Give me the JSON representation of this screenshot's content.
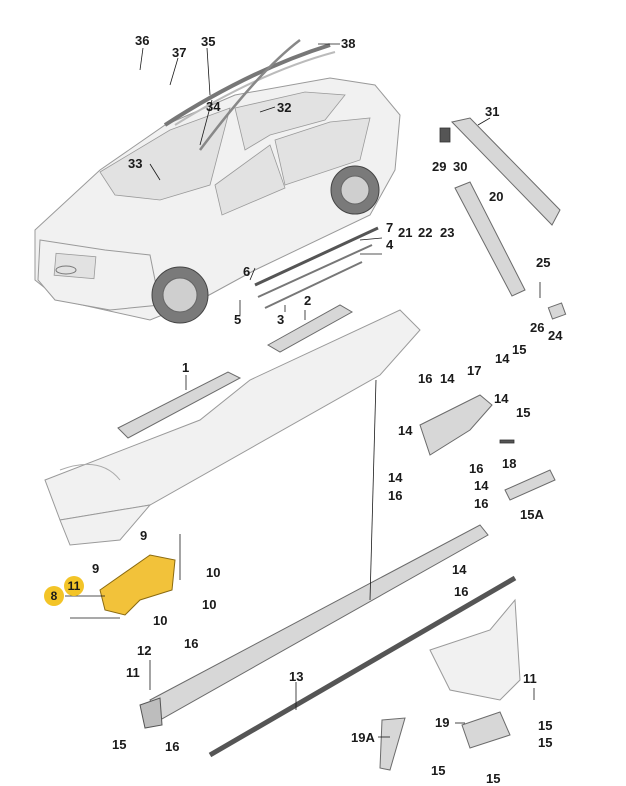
{
  "diagram": {
    "callouts": [
      {
        "id": "c36",
        "text": "36"
      },
      {
        "id": "c37",
        "text": "37"
      },
      {
        "id": "c35",
        "text": "35"
      },
      {
        "id": "c38",
        "text": "38"
      },
      {
        "id": "c34",
        "text": "34"
      },
      {
        "id": "c32",
        "text": "32"
      },
      {
        "id": "c31",
        "text": "31"
      },
      {
        "id": "c33",
        "text": "33"
      },
      {
        "id": "c29",
        "text": "29"
      },
      {
        "id": "c30",
        "text": "30"
      },
      {
        "id": "c20",
        "text": "20"
      },
      {
        "id": "c21",
        "text": "21"
      },
      {
        "id": "c22",
        "text": "22"
      },
      {
        "id": "c23",
        "text": "23"
      },
      {
        "id": "c7",
        "text": "7"
      },
      {
        "id": "c4",
        "text": "4"
      },
      {
        "id": "c6",
        "text": "6"
      },
      {
        "id": "c25",
        "text": "25"
      },
      {
        "id": "c5",
        "text": "5"
      },
      {
        "id": "c3",
        "text": "3"
      },
      {
        "id": "c2",
        "text": "2"
      },
      {
        "id": "c26",
        "text": "26"
      },
      {
        "id": "c24",
        "text": "24"
      },
      {
        "id": "c1",
        "text": "1"
      },
      {
        "id": "c14a",
        "text": "14"
      },
      {
        "id": "c15a",
        "text": "15"
      },
      {
        "id": "c16a",
        "text": "16"
      },
      {
        "id": "c14b",
        "text": "14"
      },
      {
        "id": "c17",
        "text": "17"
      },
      {
        "id": "c14c",
        "text": "14"
      },
      {
        "id": "c15b",
        "text": "15"
      },
      {
        "id": "c14d",
        "text": "14"
      },
      {
        "id": "c16b",
        "text": "16"
      },
      {
        "id": "c18",
        "text": "18"
      },
      {
        "id": "c14e",
        "text": "14"
      },
      {
        "id": "c14f",
        "text": "14"
      },
      {
        "id": "c16c",
        "text": "16"
      },
      {
        "id": "c16d",
        "text": "16"
      },
      {
        "id": "c15A",
        "text": "15A"
      },
      {
        "id": "c9a",
        "text": "9"
      },
      {
        "id": "c9b",
        "text": "9"
      },
      {
        "id": "c10a",
        "text": "10"
      },
      {
        "id": "c11a",
        "text": "11"
      },
      {
        "id": "c8",
        "text": "8"
      },
      {
        "id": "c10b",
        "text": "10"
      },
      {
        "id": "c10c",
        "text": "10"
      },
      {
        "id": "c14g",
        "text": "14"
      },
      {
        "id": "c16e",
        "text": "16"
      },
      {
        "id": "c12",
        "text": "12"
      },
      {
        "id": "c16f",
        "text": "16"
      },
      {
        "id": "c13",
        "text": "13"
      },
      {
        "id": "c11b",
        "text": "11"
      },
      {
        "id": "c11c",
        "text": "11"
      },
      {
        "id": "c15c",
        "text": "15"
      },
      {
        "id": "c16g",
        "text": "16"
      },
      {
        "id": "c19A",
        "text": "19A"
      },
      {
        "id": "c19",
        "text": "19"
      },
      {
        "id": "c15d",
        "text": "15"
      },
      {
        "id": "c15e",
        "text": "15"
      },
      {
        "id": "c15f",
        "text": "15"
      },
      {
        "id": "c15g",
        "text": "15"
      }
    ]
  }
}
